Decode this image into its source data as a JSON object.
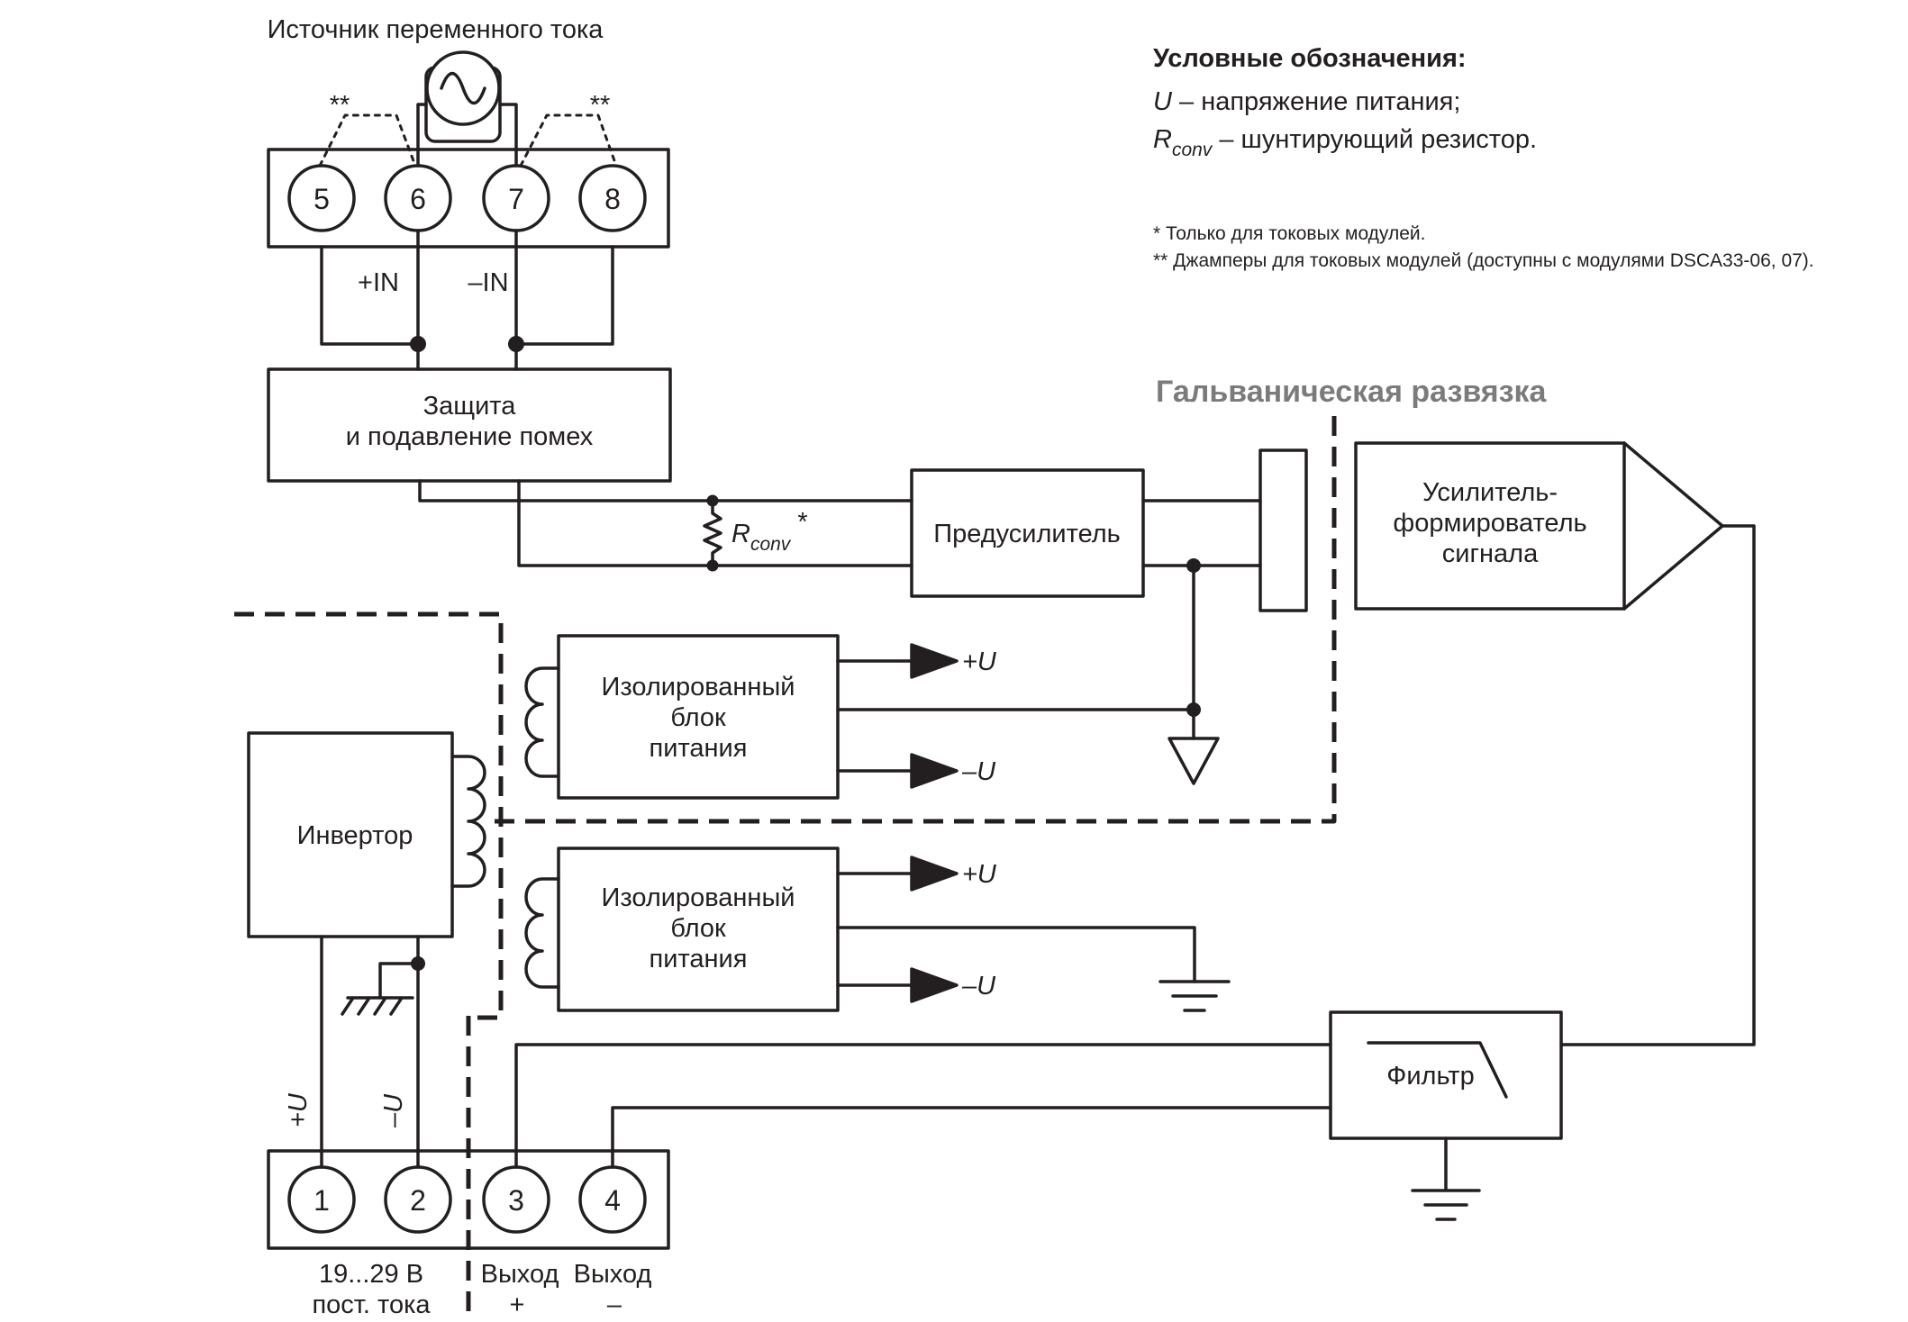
{
  "source": {
    "title": "Источник переменного тока"
  },
  "top_terminals": {
    "pins": [
      "5",
      "6",
      "7",
      "8"
    ],
    "jumper_mark": "**",
    "plus_in": "+IN",
    "minus_in": "–IN"
  },
  "protection_block": {
    "line1": "Защита",
    "line2": "и подавление помех"
  },
  "shunt": {
    "symbol": "R",
    "subscript": "conv",
    "mark": "*"
  },
  "preamp": {
    "label": "Предусилитель"
  },
  "isolation": {
    "label": "Гальваническая развязка"
  },
  "amplifier": {
    "line1": "Усилитель-",
    "line2": "формирователь",
    "line3": "сигнала"
  },
  "power_blocks": [
    {
      "line1": "Изолированный",
      "line2": "блок",
      "line3": "питания",
      "plus": "+U",
      "minus": "–U"
    },
    {
      "line1": "Изолированный",
      "line2": "блок",
      "line3": "питания",
      "plus": "+U",
      "minus": "–U"
    }
  ],
  "inverter": {
    "label": "Инвертор"
  },
  "filter": {
    "label": "Фильтр"
  },
  "bottom_terminals": {
    "pins": [
      "1",
      "2",
      "3",
      "4"
    ],
    "supply_plus": "+U",
    "supply_minus": "–U",
    "supply_line1": "19...29 В",
    "supply_line2": "пост. тока",
    "out_plus_line1": "Выход",
    "out_plus_line2": "+",
    "out_minus_line1": "Выход",
    "out_minus_line2": "–"
  },
  "legend": {
    "title": "Условные обозначения:",
    "u_symbol": "U",
    "u_text": " – напряжение питания;",
    "r_symbol": "R",
    "r_subscript": "conv",
    "r_text": " – шунтирующий резистор.",
    "note1": "*   Только для токовых модулей.",
    "note2": "** Джамперы для токовых модулей (доступны с модулями DSCA33-06, 07)."
  }
}
